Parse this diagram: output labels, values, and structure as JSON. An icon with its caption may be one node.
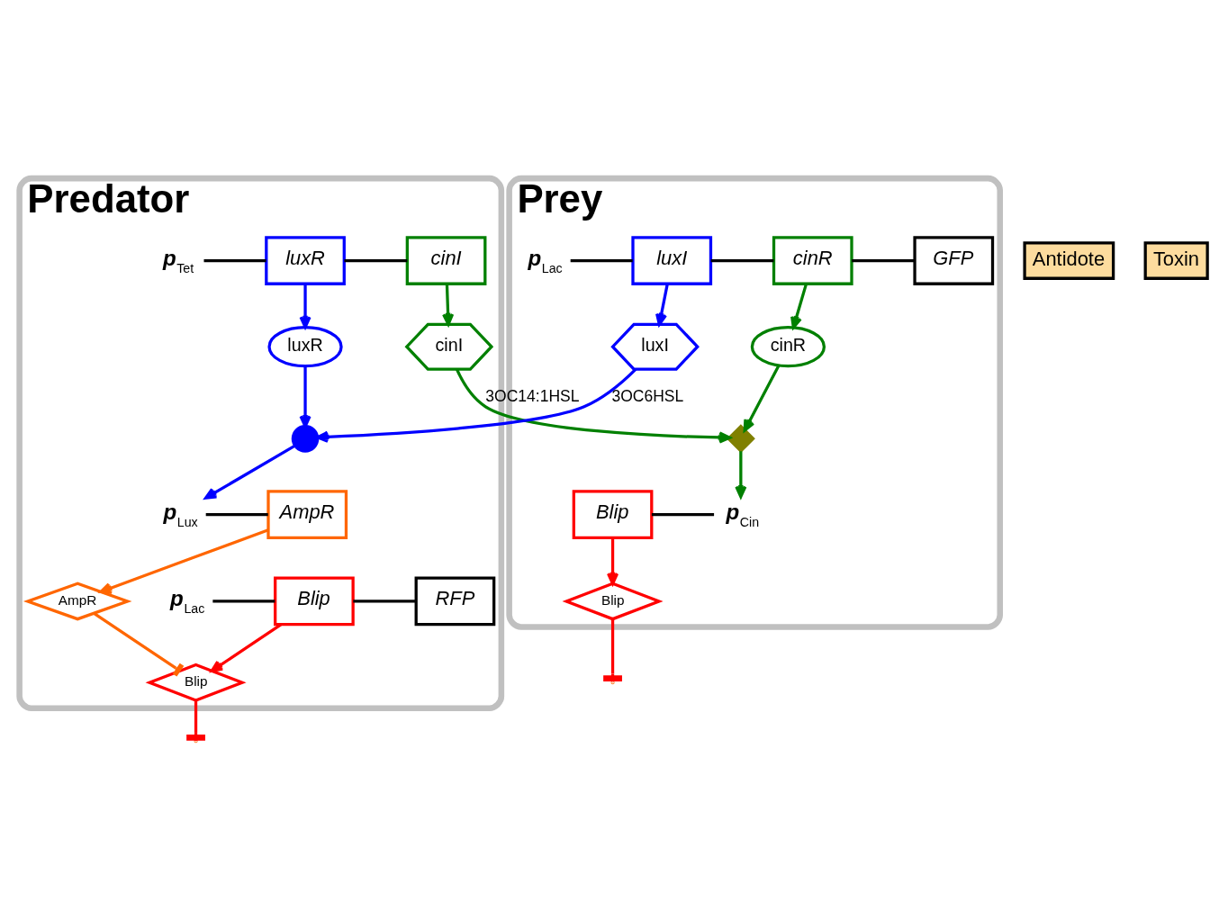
{
  "diagram": {
    "nodes": [
      {
        "text": [
          "Predator"
        ]
      },
      {
        "text": [
          "**p**$_{Tet}$"
        ],
        "in": 0
      },
      {
        "text": [
          "luxR"
        ],
        "in": 0
      },
      {
        "text": [
          "cinI"
        ],
        "in": 0
      },
      {
        "text": [
          "cinI"
        ],
        "in": 0
      },
      {
        "text": [
          "luxR"
        ],
        "in": 0
      },
      {
        "text": [],
        "shape": "circle",
        "in": 0
      },
      {
        "text": [
          "**p**$_{Lux}$"
        ],
        "in": 0
      },
      {
        "text": [
          "**p**$_{Lac}$"
        ],
        "in": 0
      },
      {
        "text": [
          "AmpR"
        ],
        "in": 0
      },
      {
        "text": [
          "Blip"
        ],
        "in": 0
      },
      {
        "text": [
          "RFP"
        ],
        "in": 0
      },
      {
        "text": [
          "AmpR"
        ],
        "in": 0
      },
      {
        "text": [
          "Blip"
        ],
        "in": 0
      },
      {
        "text": [
          "Antidote"
        ]
      },
      {
        "text": [
          "Toxin"
        ]
      },
      {
        "text": [
          "Prey"
        ]
      },
      {
        "text": [
          "Blip"
        ],
        "in": 16
      },
      {
        "text": [
          "Blip"
        ],
        "in": 16
      },
      {
        "text": [
          "**p**$_{Cin}$"
        ],
        "in": 16
      },
      {
        "text": [],
        "shape": "diamond",
        "in": 16
      },
      {
        "text": [
          "cinR"
        ],
        "in": 16
      },
      {
        "text": [
          "luxI"
        ],
        "in": 16
      },
      {
        "text": [
          "**p**$_{Lac}$"
        ],
        "in": 16
      },
      {
        "text": [
          "luxI"
        ],
        "in": 16
      },
      {
        "text": [
          "cinR"
        ],
        "in": 16
      },
      {
        "text": [
          "GFP"
        ],
        "in": 16
      }
    ],
    "edges": [
      {
        "from": 1,
        "to": 2,
        "arrow": "none",
        "color": "#000000"
      },
      {
        "from": 2,
        "to": 3,
        "arrow": "none",
        "color": "#000000"
      },
      {
        "from": 2,
        "to": 5,
        "arrow": "to",
        "color": "#0000ff"
      },
      {
        "from": 3,
        "to": 4,
        "arrow": "to",
        "color": "#008000"
      },
      {
        "from": 5,
        "to": 6,
        "arrow": "to",
        "color": "#0000ff"
      },
      {
        "from": 4,
        "to": 20,
        "arrow": "to",
        "label": "3OC14:1HSL",
        "color": "#008000"
      },
      {
        "from": 22,
        "to": 6,
        "arrow": "to",
        "label": "3OC6HSL",
        "color": "#0000ff"
      },
      {
        "from": 6,
        "to": 7,
        "arrow": "to",
        "color": "#0000ff"
      },
      {
        "from": 7,
        "to": 9,
        "arrow": "none",
        "color": "#000000"
      },
      {
        "from": 8,
        "to": 10,
        "arrow": "none",
        "color": "#000000"
      },
      {
        "from": 10,
        "to": 11,
        "arrow": "none",
        "color": "#000000"
      },
      {
        "from": 9,
        "to": 12,
        "arrow": "to",
        "color": "#ff6600"
      },
      {
        "from": 10,
        "to": 13,
        "arrow": "to",
        "color": "#ff0000"
      },
      {
        "from": 12,
        "to": 13,
        "arrow": "other",
        "color": "#ff6600"
      },
      {
        "from": 13,
        "to": null,
        "arrow": "other",
        "color": "#ff0000"
      },
      {
        "from": 18,
        "to": 17,
        "arrow": "to",
        "color": "#ff0000"
      },
      {
        "from": 17,
        "to": null,
        "arrow": "other",
        "color": "#ff0000"
      },
      {
        "from": 18,
        "to": 19,
        "arrow": "none",
        "color": "#000000"
      },
      {
        "from": 20,
        "to": 19,
        "arrow": "to",
        "color": "#008000"
      },
      {
        "from": 21,
        "to": 20,
        "arrow": "to",
        "color": "#008000"
      },
      {
        "from": 24,
        "to": 22,
        "arrow": "to",
        "color": "#0000ff"
      },
      {
        "from": 25,
        "to": 21,
        "arrow": "to",
        "color": "#008000"
      },
      {
        "from": 23,
        "to": 24,
        "arrow": "none",
        "color": "#000000"
      },
      {
        "from": 24,
        "to": 25,
        "arrow": "none",
        "color": "#000000"
      },
      {
        "from": 25,
        "to": 26,
        "arrow": "none",
        "color": "#000000"
      }
    ]
  }
}
